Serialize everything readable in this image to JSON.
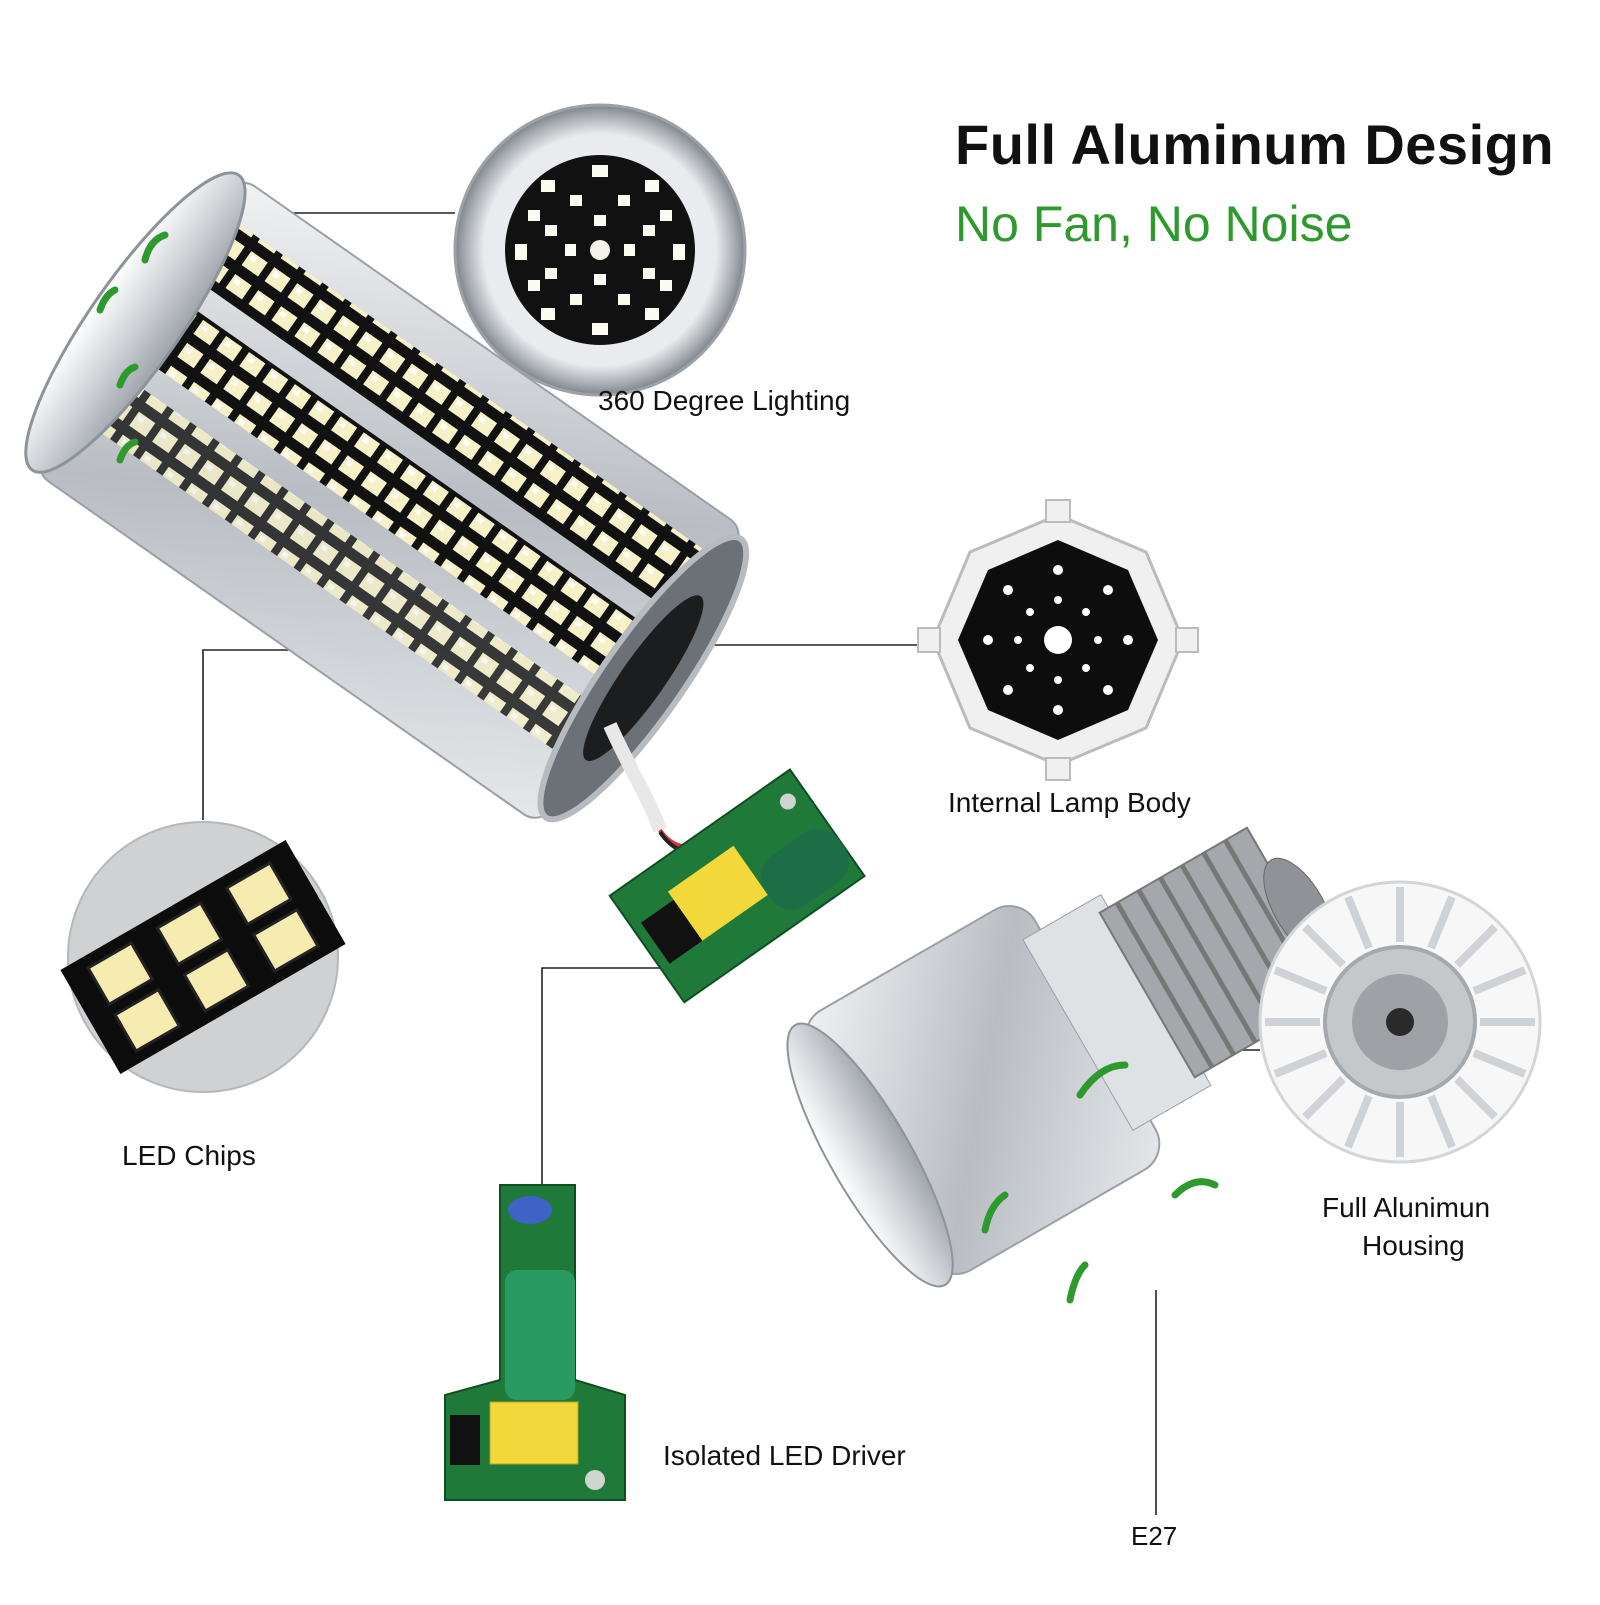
{
  "headline": "Full Aluminum Design",
  "subline": "No Fan, No Noise",
  "callouts": {
    "lighting_360": "360 Degree Lighting",
    "internal_lamp_body": "Internal Lamp Body",
    "led_chips": "LED Chips",
    "housing_line1": "Full Alunimun",
    "housing_line2": "Housing",
    "led_driver": "Isolated LED Driver",
    "e27": "E27"
  },
  "colors": {
    "accent_green": "#2e9a2e",
    "pcb_green": "#1f7a3a",
    "aluminum": "#cfd2d6"
  }
}
